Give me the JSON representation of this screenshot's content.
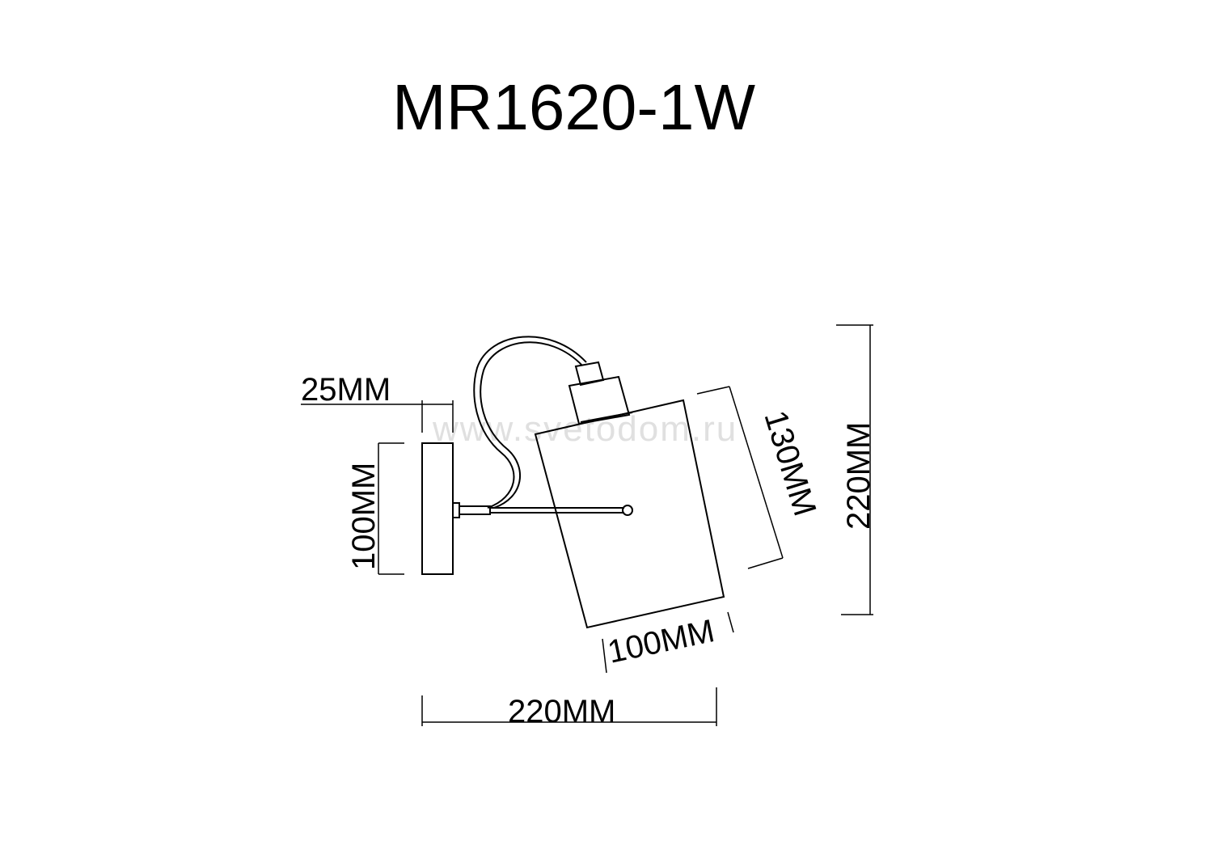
{
  "title": "MR1620-1W",
  "watermark": "www.svetodom.ru",
  "dimensions": {
    "base_depth": "25MM",
    "base_height": "100MM",
    "shade_height": "130MM",
    "shade_width": "100MM",
    "total_width": "220MM",
    "total_height": "220MM"
  },
  "colors": {
    "line": "#000000",
    "background": "#ffffff",
    "watermark": "#e0e0e0"
  }
}
